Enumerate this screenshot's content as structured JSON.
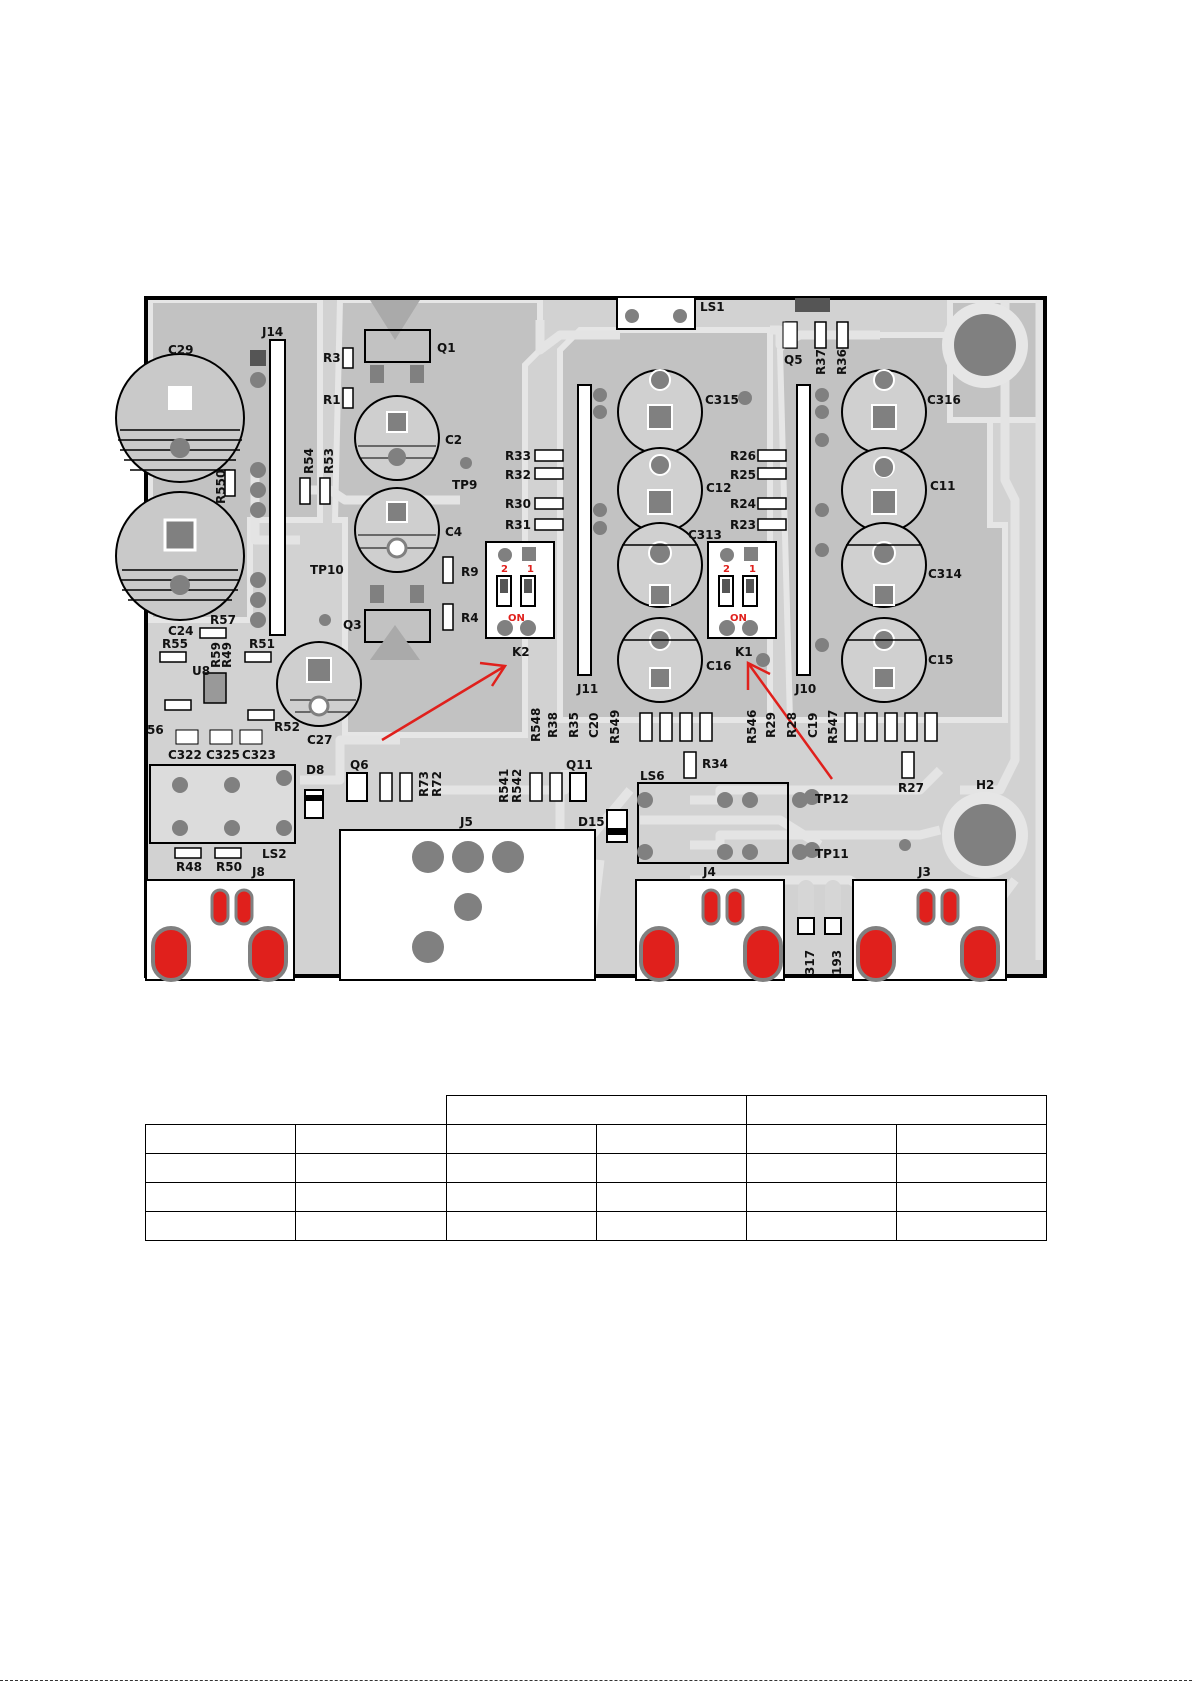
{
  "pcb": {
    "labels": {
      "C29": "C29",
      "J14": "J14",
      "R3": "R3",
      "Q1": "Q1",
      "R1": "R1",
      "C2": "C2",
      "R54": "R54",
      "R53": "R53",
      "R550": "R550",
      "TP9": "TP9",
      "C4": "C4",
      "R9": "R9",
      "TP10": "TP10",
      "R4": "R4",
      "Q3": "Q3",
      "C24": "C24",
      "R57": "R57",
      "R55": "R55",
      "R59": "R59",
      "R49": "R49",
      "R51": "R51",
      "U8": "U8",
      "C27": "C27",
      "R52": "R52",
      "R56": "56",
      "C322": "C322",
      "C325": "C325",
      "C323": "C323",
      "LS1": "LS1",
      "Q5": "Q5",
      "R37": "R37",
      "R36": "R36",
      "C315": "C315",
      "C316": "C316",
      "R33": "R33",
      "R32": "R32",
      "R30": "R30",
      "R31": "R31",
      "R26": "R26",
      "R25": "R25",
      "R24": "R24",
      "R23": "R23",
      "C12": "C12",
      "C11": "C11",
      "C313": "C313",
      "C314": "C314",
      "C16": "C16",
      "C15": "C15",
      "K2": "K2",
      "K1": "K1",
      "J11": "J11",
      "J10": "J10",
      "R548": "R548",
      "R38": "R38",
      "R35": "R35",
      "C20": "C20",
      "R549": "R549",
      "R546": "R546",
      "R29": "R29",
      "R28": "R28",
      "C19": "C19",
      "R547": "R547",
      "R34": "R34",
      "R27": "R27",
      "H2": "H2",
      "D8": "D8",
      "Q6": "Q6",
      "R73": "R73",
      "R72": "R72",
      "R541": "R541",
      "R542": "R542",
      "Q11": "Q11",
      "LS6": "LS6",
      "TP12": "TP12",
      "D15": "D15",
      "J5": "J5",
      "TP11": "TP11",
      "R48": "R48",
      "R50": "R50",
      "LS2": "LS2",
      "J8": "J8",
      "J4": "J4",
      "J3": "J3",
      "C317": "317",
      "C193": "193"
    },
    "switch": {
      "pin2": "2",
      "pin1": "1",
      "on": "ON"
    }
  },
  "table": {
    "rows": [
      [
        "",
        "",
        "",
        "",
        "",
        "",
        ""
      ],
      [
        "",
        "",
        "",
        "",
        "",
        ""
      ],
      [
        "",
        "",
        "",
        "",
        "",
        ""
      ],
      [
        "",
        "",
        "",
        "",
        "",
        ""
      ],
      [
        "",
        "",
        "",
        "",
        "",
        ""
      ]
    ]
  },
  "colors": {
    "board": "#c6c6c6",
    "pad": "#808080",
    "trace": "#d9d9d9",
    "red": "#e0201c",
    "outline": "#000000"
  }
}
